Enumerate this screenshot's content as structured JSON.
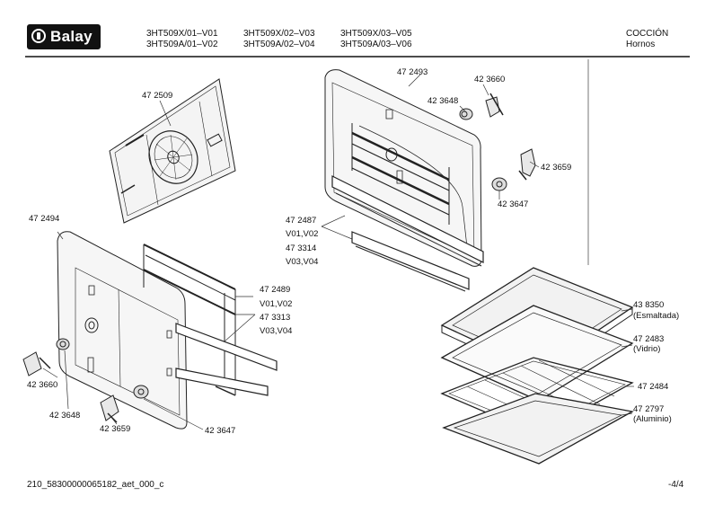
{
  "header": {
    "brand": "Balay",
    "models": [
      [
        "3HT509X/01–V01",
        "3HT509A/01–V02"
      ],
      [
        "3HT509X/02–V03",
        "3HT509A/02–V04"
      ],
      [
        "3HT509X/03–V05",
        "3HT509A/03–V06"
      ]
    ],
    "category": "COCCIÓN",
    "subcategory": "Hornos"
  },
  "labels": {
    "l472509": "47 2509",
    "l472493": "47 2493",
    "l423660a": "42 3660",
    "l423648a": "42 3648",
    "l423659a": "42 3659",
    "l423647a": "42 3647",
    "l472494": "47 2494",
    "l472487": "47 2487",
    "lv01v02a": "V01,V02",
    "l473314": "47 3314",
    "lv03v04a": "V03,V04",
    "l472489": "47 2489",
    "lv01v02b": "V01,V02",
    "l473313": "47 3313",
    "lv03v04b": "V03,V04",
    "l438350": "43 8350",
    "lesmaltada": "(Esmaltada)",
    "l472483": "47 2483",
    "lvidrio": "(Vidrio)",
    "l472484": "47 2484",
    "l472797": "47 2797",
    "laluminio": "(Aluminio)",
    "l423660b": "42 3660",
    "l423648b": "42 3648",
    "l423659b": "42 3659",
    "l423647b": "42 3647"
  },
  "footer": {
    "code": "210_58300000065182_aet_000_c",
    "page": "-4/4"
  }
}
